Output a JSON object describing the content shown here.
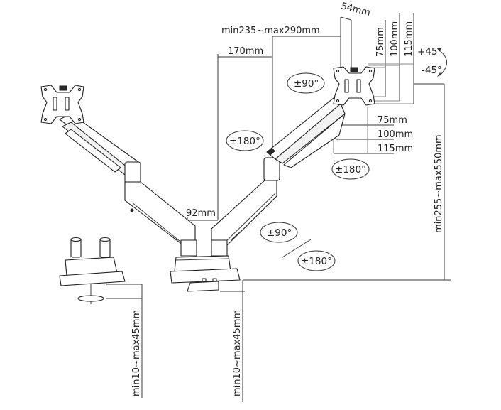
{
  "diagram": {
    "title": "Dual monitor gas-spring arm dimensions",
    "dimensions": {
      "arm_span": "min235~max290mm",
      "upper_arm": "170mm",
      "tilt_head_depth": "54mm",
      "pole_gap": "92mm",
      "height_range": "min255~max550mm",
      "clamp_desk_thickness_left": "min10~max45mm",
      "clamp_desk_thickness_right": "min10~max45mm",
      "vesa_vertical": [
        "75mm",
        "100mm",
        "115mm"
      ],
      "vesa_horizontal": [
        "75mm",
        "100mm",
        "115mm"
      ]
    },
    "rotations": {
      "tilt_up": "+45°",
      "tilt_down": "-45°",
      "swivel_head": "±90°",
      "rotation_head": "±180°",
      "elbow_left": "±180°",
      "base_arm": "±90°",
      "base_rotation": "±180°"
    },
    "components": [
      "vesa-plate-left",
      "vesa-plate-right",
      "left-arm",
      "right-arm",
      "center-base",
      "grommet-base",
      "desk-clamp"
    ]
  }
}
